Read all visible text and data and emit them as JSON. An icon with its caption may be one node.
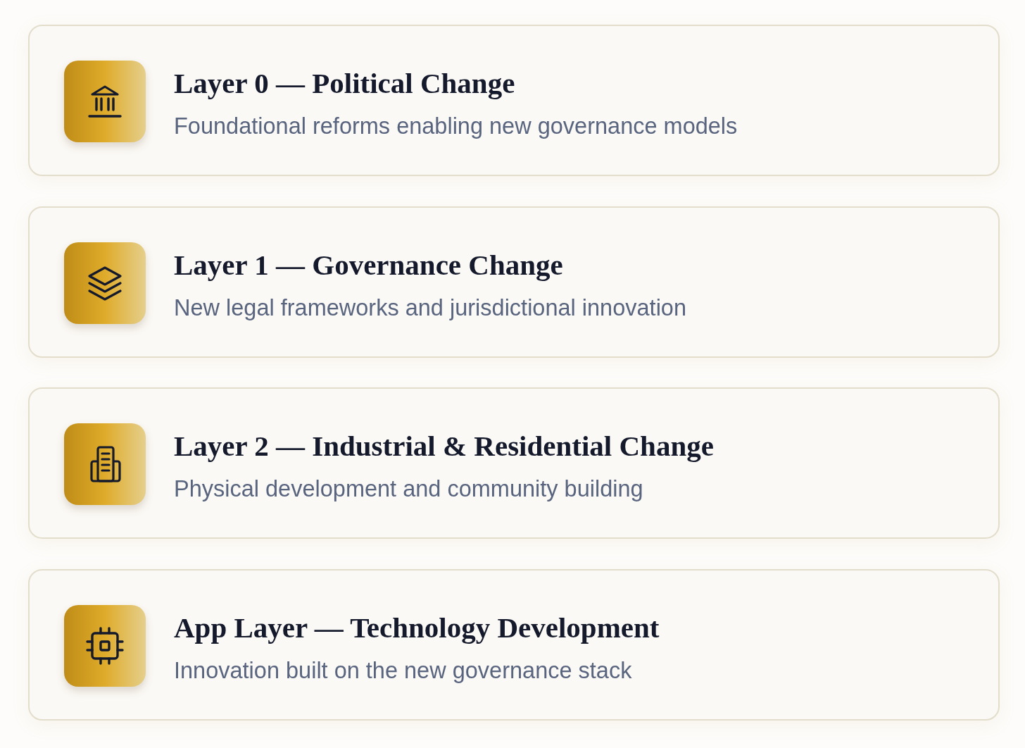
{
  "diagram": {
    "nodes": [
      {
        "text": [
          "Layer 0 — Political Change",
          "Foundational reforms enabling new governance models"
        ]
      },
      {
        "text": [
          "Layer 1 — Governance Change",
          "New legal frameworks and jurisdictional innovation"
        ]
      },
      {
        "text": [
          "Layer 2 — Industrial & Residential Change",
          "Physical development and community building"
        ]
      },
      {
        "text": [
          "App Layer — Technology Development",
          "Innovation built on the new governance stack"
        ]
      }
    ]
  }
}
